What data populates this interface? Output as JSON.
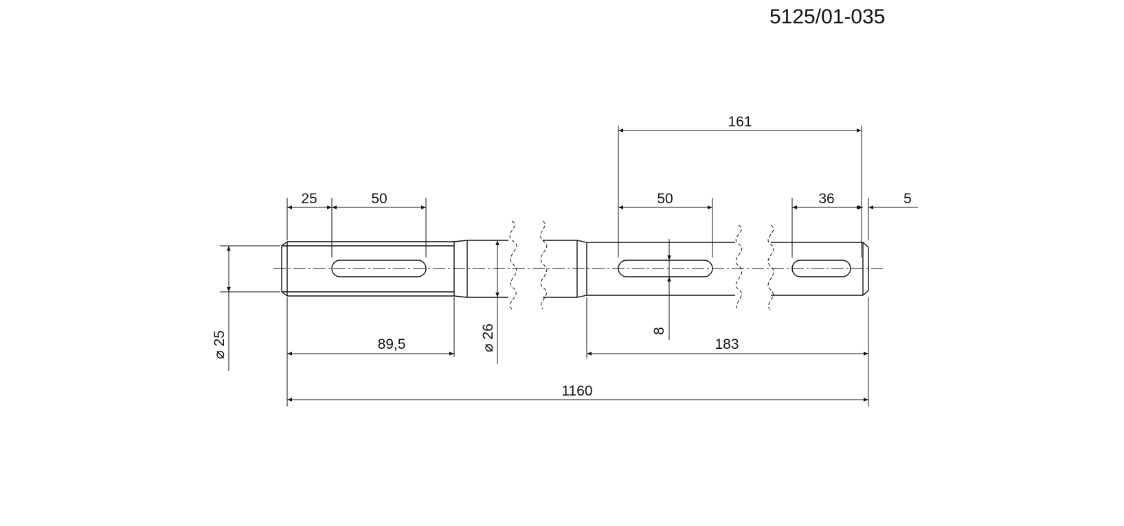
{
  "drawing_number": "5125/01-035",
  "dimensions": {
    "overall_length": "1160",
    "first_slot_offset": "25",
    "first_slot_length": "50",
    "left_journal_length": "89,5",
    "left_journal_diameter": "25",
    "body_diameter": "26",
    "middle_span": "161",
    "middle_slot_length": "50",
    "slot_width": "8",
    "right_section_length": "183",
    "right_slot_length": "36",
    "right_end_offset": "5"
  }
}
